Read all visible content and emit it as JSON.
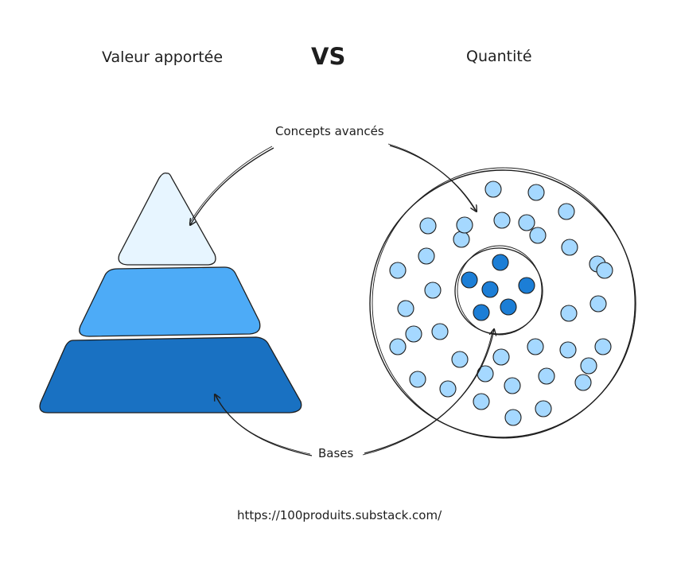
{
  "titles": {
    "left": "Valeur apportée",
    "vs": "VS",
    "right": "Quantité"
  },
  "labels": {
    "advanced": "Concepts avancés",
    "bases": "Bases"
  },
  "footer": {
    "url": "https://100produits.substack.com/"
  },
  "colors": {
    "ink": "#1e1e1e",
    "pyramid_top": "#e7f5ff",
    "pyramid_middle": "#4dabf7",
    "pyramid_bottom": "#1971c2",
    "dot_light": "#a5d8ff",
    "dot_dark": "#1c7ed6"
  },
  "diagram": {
    "pyramid_layers": [
      "top",
      "middle",
      "bottom"
    ],
    "outer_dot_count": 36,
    "inner_dot_count": 6
  }
}
